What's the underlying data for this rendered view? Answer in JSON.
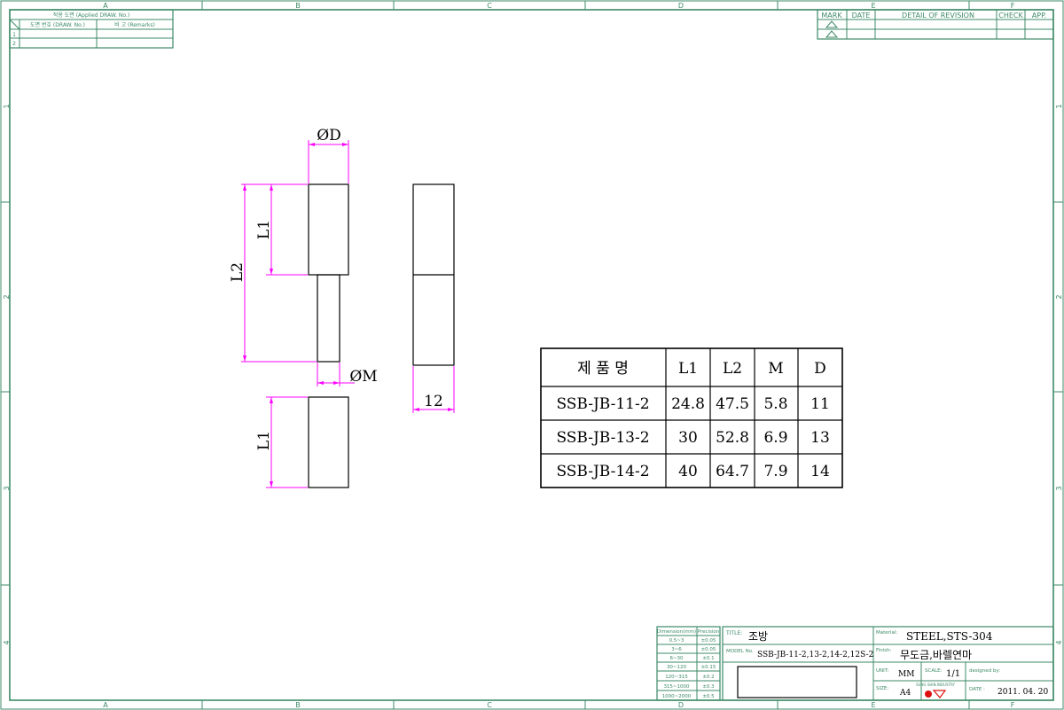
{
  "border": {
    "column_labels": [
      "A",
      "B",
      "C",
      "D",
      "E",
      "F"
    ],
    "row_labels": [
      "1",
      "2",
      "3",
      "4"
    ]
  },
  "applied_drawings": {
    "header": "적용 도면 (Applied DRAW. No.)",
    "col_draw_no": "도면 번호 (DRAW. No.)",
    "col_remarks": "비 고 (Remarks)",
    "rows": [
      "1",
      "2"
    ]
  },
  "revision": {
    "headers": [
      "MARK",
      "DATE",
      "DETAIL OF REVISION",
      "CHECK",
      "APP."
    ]
  },
  "dimensions": {
    "diameter_d": "ØD",
    "diameter_m": "ØM",
    "l1_top": "L1",
    "l2": "L2",
    "l1_bottom": "L1",
    "width": "12"
  },
  "spec_table": {
    "headers": [
      "제 품 명",
      "L1",
      "L2",
      "M",
      "D"
    ],
    "rows": [
      [
        "SSB-JB-11-2",
        "24.8",
        "47.5",
        "5.8",
        "11"
      ],
      [
        "SSB-JB-13-2",
        "30",
        "52.8",
        "6.9",
        "13"
      ],
      [
        "SSB-JB-14-2",
        "40",
        "64.7",
        "7.9",
        "14"
      ]
    ]
  },
  "tolerance": {
    "headers": [
      "Dimension(mm)",
      "Precision"
    ],
    "rows": [
      [
        "0.5~3",
        "±0.05"
      ],
      [
        "3~6",
        "±0.05"
      ],
      [
        "6~30",
        "±0.1"
      ],
      [
        "30~120",
        "±0.15"
      ],
      [
        "120~315",
        "±0.2"
      ],
      [
        "315~1000",
        "±0.3"
      ],
      [
        "1000~2000",
        "±0.5"
      ]
    ]
  },
  "title_block": {
    "title_label": "TITLE:",
    "title_value": "조방",
    "model_label": "MODEL No.",
    "model_value": "SSB-JB-11-2,13-2,14-2,12S-2",
    "material_label": "Material:",
    "material_value": "STEEL,STS-304",
    "finish_label": "Finish:",
    "finish_value": "무도금,바렐연마",
    "unit_label": "UNIT:",
    "unit_value": "MM",
    "scale_label": "SCALE:",
    "scale_value": "1/1",
    "designed_label": "designed by:",
    "size_label": "SIZE:",
    "size_value": "A4",
    "logo_text": "SUNG SHIN INDUSTRY",
    "date_label": "DATE :",
    "date_value": "2011. 04. 20"
  }
}
